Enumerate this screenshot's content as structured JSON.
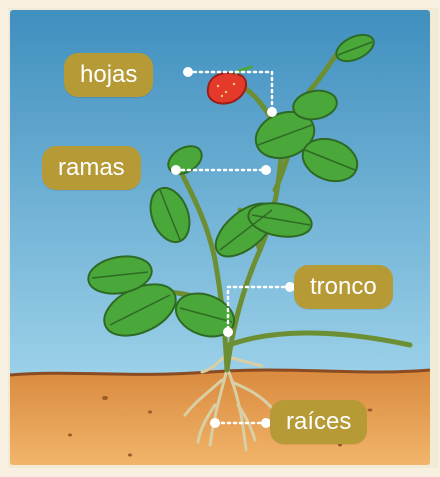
{
  "labels": {
    "leaves": "hojas",
    "branches": "ramas",
    "trunk": "tronco",
    "roots": "raíces"
  },
  "colors": {
    "label_bg": "#b59a36",
    "label_text": "#ffffff",
    "leader_line": "#ffffff",
    "sky_top": "#3f8fbf",
    "sky_bottom": "#8bc8e3",
    "soil": "#e8a454",
    "leaf": "#4aa83a",
    "stem": "#6d8f34",
    "fruit": "#e43a2c"
  }
}
